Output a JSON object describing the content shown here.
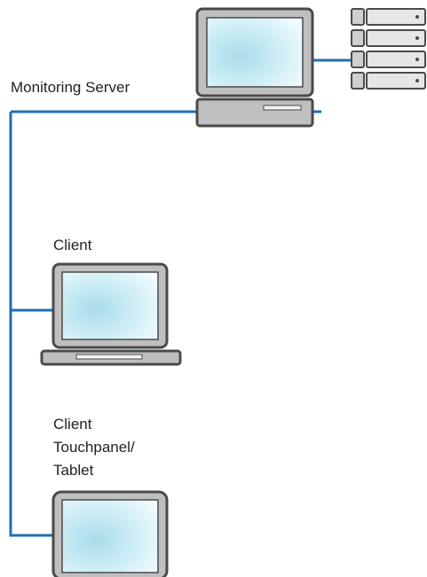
{
  "labels": {
    "monitoring_server": "Monitoring Server",
    "client": "Client",
    "tablet_line1": "Client",
    "tablet_line2": "Touchpanel/",
    "tablet_line3": "Tablet"
  },
  "colors": {
    "network_line": "#1f6fb5",
    "device_frame": "#4a4a4a",
    "device_body": "#bfbfbf",
    "screen": "#c8ecf5",
    "screen_glow": "#eefaff"
  },
  "icons": {
    "server": "server-rack-icon",
    "monitor": "desktop-computer-icon",
    "laptop": "laptop-icon",
    "tablet": "tablet-icon"
  }
}
